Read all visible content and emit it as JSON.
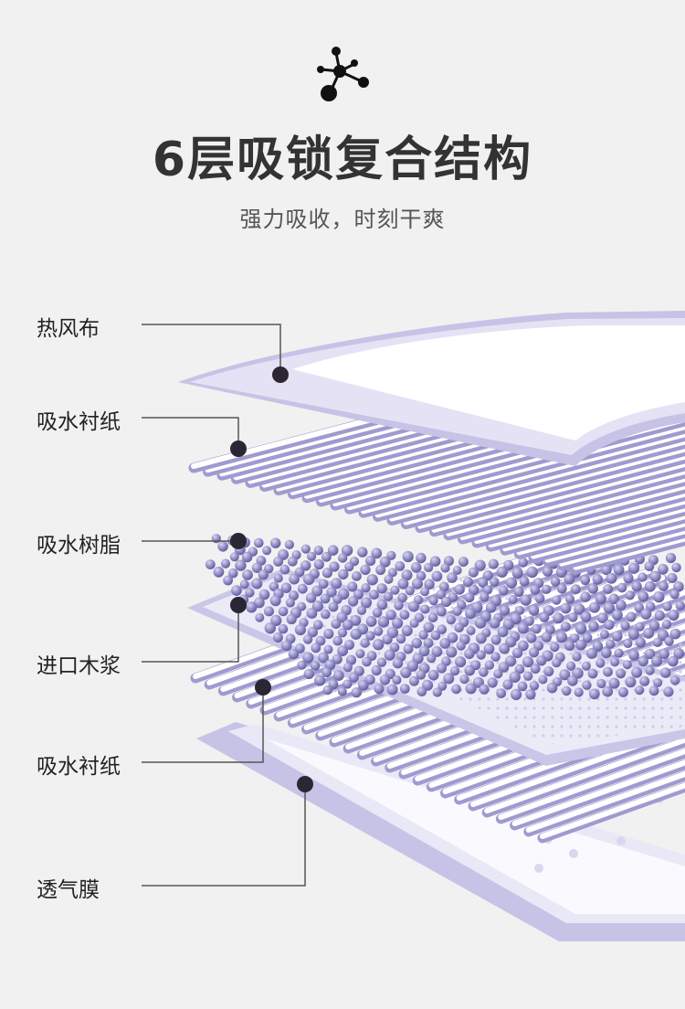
{
  "header": {
    "title": "6层吸锁复合结构",
    "subtitle": "强力吸收，时刻干爽",
    "icon": "molecule-icon"
  },
  "layers": [
    {
      "label": "热风布"
    },
    {
      "label": "吸水衬纸"
    },
    {
      "label": "吸水树脂"
    },
    {
      "label": "进口木浆"
    },
    {
      "label": "吸水衬纸"
    },
    {
      "label": "透气膜"
    }
  ],
  "colors": {
    "background": "#f1f1f1",
    "layer_lavender": "#c6c3e6",
    "bead_purple": "#8a87c2",
    "leader_line": "#555555",
    "dot": "#2b2633"
  }
}
